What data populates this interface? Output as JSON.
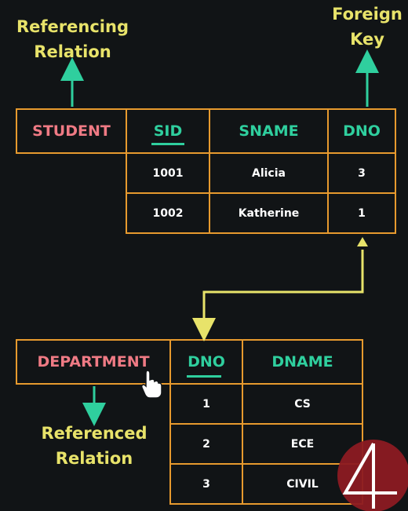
{
  "labels": {
    "referencing_relation": "Referencing\nRelation",
    "foreign_key": "Foreign\nKey",
    "referenced_relation": "Referenced\nRelation"
  },
  "student": {
    "name": "STUDENT",
    "headers": [
      "SID",
      "SNAME",
      "DNO"
    ],
    "rows": [
      [
        "1001",
        "Alicia",
        "3"
      ],
      [
        "1002",
        "Katherine",
        "1"
      ]
    ]
  },
  "department": {
    "name": "DEPARTMENT",
    "headers": [
      "DNO",
      "DNAME"
    ],
    "rows": [
      [
        "1",
        "CS"
      ],
      [
        "2",
        "ECE"
      ],
      [
        "3",
        "CIVIL"
      ]
    ]
  },
  "colors": {
    "background": "#111416",
    "border": "#e79a2e",
    "header_teal": "#2fcf9e",
    "relation_pink": "#ef7a84",
    "label_yellow": "#e8e36a",
    "arrow_yellow": "#e8e36a",
    "logo_red": "#8c1a22"
  },
  "icons": [
    "pointer-hand-icon",
    "logo-icon"
  ]
}
